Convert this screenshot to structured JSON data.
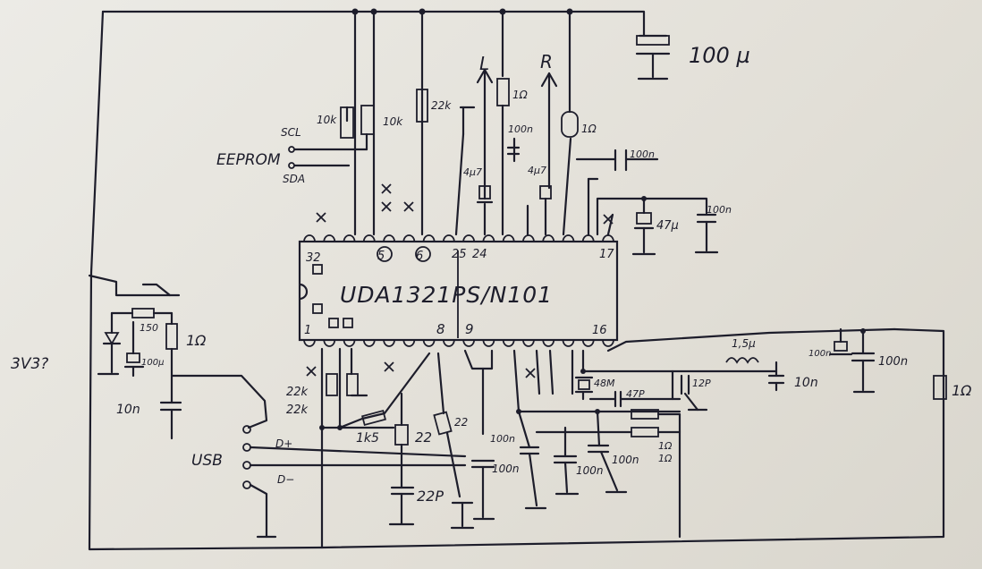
{
  "chip": {
    "part": "UDA1321PS/N101",
    "pin_labels_top": [
      "32",
      "5",
      "6",
      "25",
      "24",
      "17"
    ],
    "pin_labels_bottom": [
      "1",
      "8",
      "9",
      "16"
    ]
  },
  "labels": {
    "eeprom": "EEPROM",
    "scl": "SCL",
    "sda": "SDA",
    "left": "L",
    "right": "R",
    "usb": "USB",
    "dplus": "D+",
    "dminus": "D−",
    "v33": "3V3?"
  },
  "components": {
    "cap_100u_top": "100 µ",
    "r_10k_a": "10k",
    "r_10k_b": "10k",
    "r_22k_top": "22k",
    "c_4u7_left": "4µ7",
    "r_1r_left": "1Ω",
    "c_100n_mid": "100n",
    "c_4u7_mid": "4µ7",
    "r_1r_right": "1Ω",
    "c_100n_top_right": "100n",
    "c_47u": "47µ",
    "c_100n_right": "100n",
    "r_150": "150",
    "r_1r_reg": "1Ω",
    "c_100u_reg": "100µ",
    "c_10n_left": "10n",
    "r_22k_a": "22k",
    "r_22k_b": "22k",
    "r_1k5": "1k5",
    "r_22_a": "22",
    "r_22_b": "22",
    "c_22p": "22P",
    "c_100n_b1": "100n",
    "c_100n_b2": "100n",
    "c_100n_b3": "100n",
    "c_100n_b4": "100n",
    "xtal": "48M",
    "c_47p": "47P",
    "c_12p": "12P",
    "l_1u5": "1,5µ",
    "c_10n_right": "10n",
    "c_100n_far_a": "100n",
    "c_100n_far_b": "100n",
    "r_1r_far": "1Ω",
    "r_1r_b1": "1Ω",
    "r_1r_b2": "1Ω"
  }
}
